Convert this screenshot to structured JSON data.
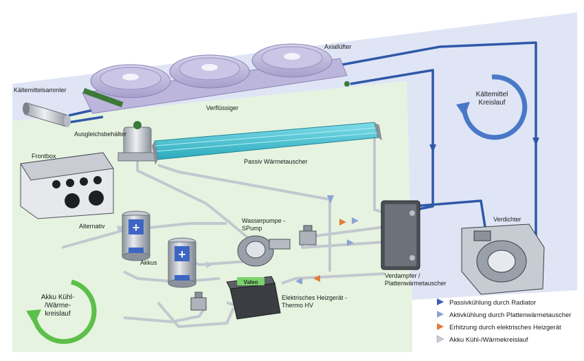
{
  "labels": {
    "axialluefter": "Axiallüfter",
    "kaeltemittelsammler": "Kältemittelsammler",
    "verfluessiger": "Verflüssiger",
    "ausgleichsbehaelter": "Ausgleichsbehälter",
    "frontbox": "Frontbox",
    "passiv_waermetauscher": "Passiv Wärmetauscher",
    "alternativ": "Alternativ",
    "akkus": "Akkus",
    "wasserpumpe_line1": "Wasserpumpe -",
    "wasserpumpe_line2": "SPump",
    "verdichter": "Verdichter",
    "verdampfer_line1": "Verdampfer /",
    "verdampfer_line2": "Plattenwärmetauscher",
    "heizgeraet_line1": "Elektrisches Heizgerät -",
    "heizgeraet_line2": "Thermo HV",
    "heater_brand": "Valeo"
  },
  "cycles": {
    "kaeltemittel_line1": "Kältemittel",
    "kaeltemittel_line2": "Kreislauf",
    "akku_line1": "Akku Kühl-",
    "akku_line2": "/Wärme-",
    "akku_line3": "kreislauf"
  },
  "legend": [
    {
      "label": "Passivkühlung durch Radiator",
      "color": "#3a5fb0"
    },
    {
      "label": "Aktivkühlung durch Plattenwärmetauscher",
      "color": "#8aa3d6"
    },
    {
      "label": "Erhitzung durch elektrisches Heizgerät",
      "color": "#e07b39"
    },
    {
      "label": "Akku Kühl-/Wärmekreislauf",
      "color": "#c9ced6"
    }
  ],
  "colors": {
    "refrigerant_zone": "#dfe5f5",
    "coolant_zone": "#e5f3df",
    "refrigerant_pipe": "#2f58a8",
    "coolant_pipe": "#c7cbd2",
    "cycle_blue": "#4a78c8",
    "cycle_green": "#5cbf4a"
  }
}
